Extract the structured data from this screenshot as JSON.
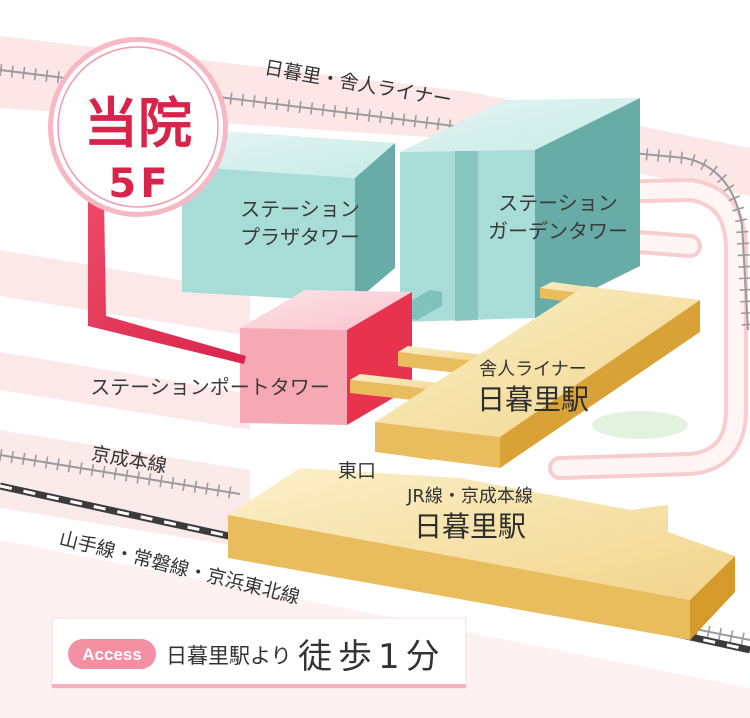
{
  "clinic_marker": {
    "title": "当院",
    "floor": "5F"
  },
  "rail_lines": {
    "nippori_toneri_liner": "日暮里・舎人ライナー",
    "keisei_main_line": "京成本線",
    "jr_lines": "山手線・常磐線・京浜東北線"
  },
  "buildings": {
    "plaza_tower": {
      "line1": "ステーション",
      "line2": "プラザタワー"
    },
    "garden_tower": {
      "line1": "ステーション",
      "line2": "ガーデンタワー"
    },
    "port_tower": {
      "name": "ステーションポートタワー"
    }
  },
  "stations": {
    "toneri_liner": {
      "line": "舎人ライナー",
      "name": "日暮里駅"
    },
    "jr_keisei": {
      "line": "JR線・京成本線",
      "name": "日暮里駅"
    },
    "east_exit": "東口"
  },
  "access": {
    "badge": "Access",
    "from": "日暮里駅より",
    "walk_time": "徒歩1分"
  },
  "colors": {
    "clinic_accent": "#d8244b",
    "marker_ring": "#f6b8c5",
    "building_teal": "#a8dcd6",
    "port_tower": "#f6a8b4",
    "port_tower_side": "#e8334f",
    "station_gold": "#e9bd5d",
    "access_badge": "#f28fa2",
    "road_pink": "#fce6e6"
  }
}
